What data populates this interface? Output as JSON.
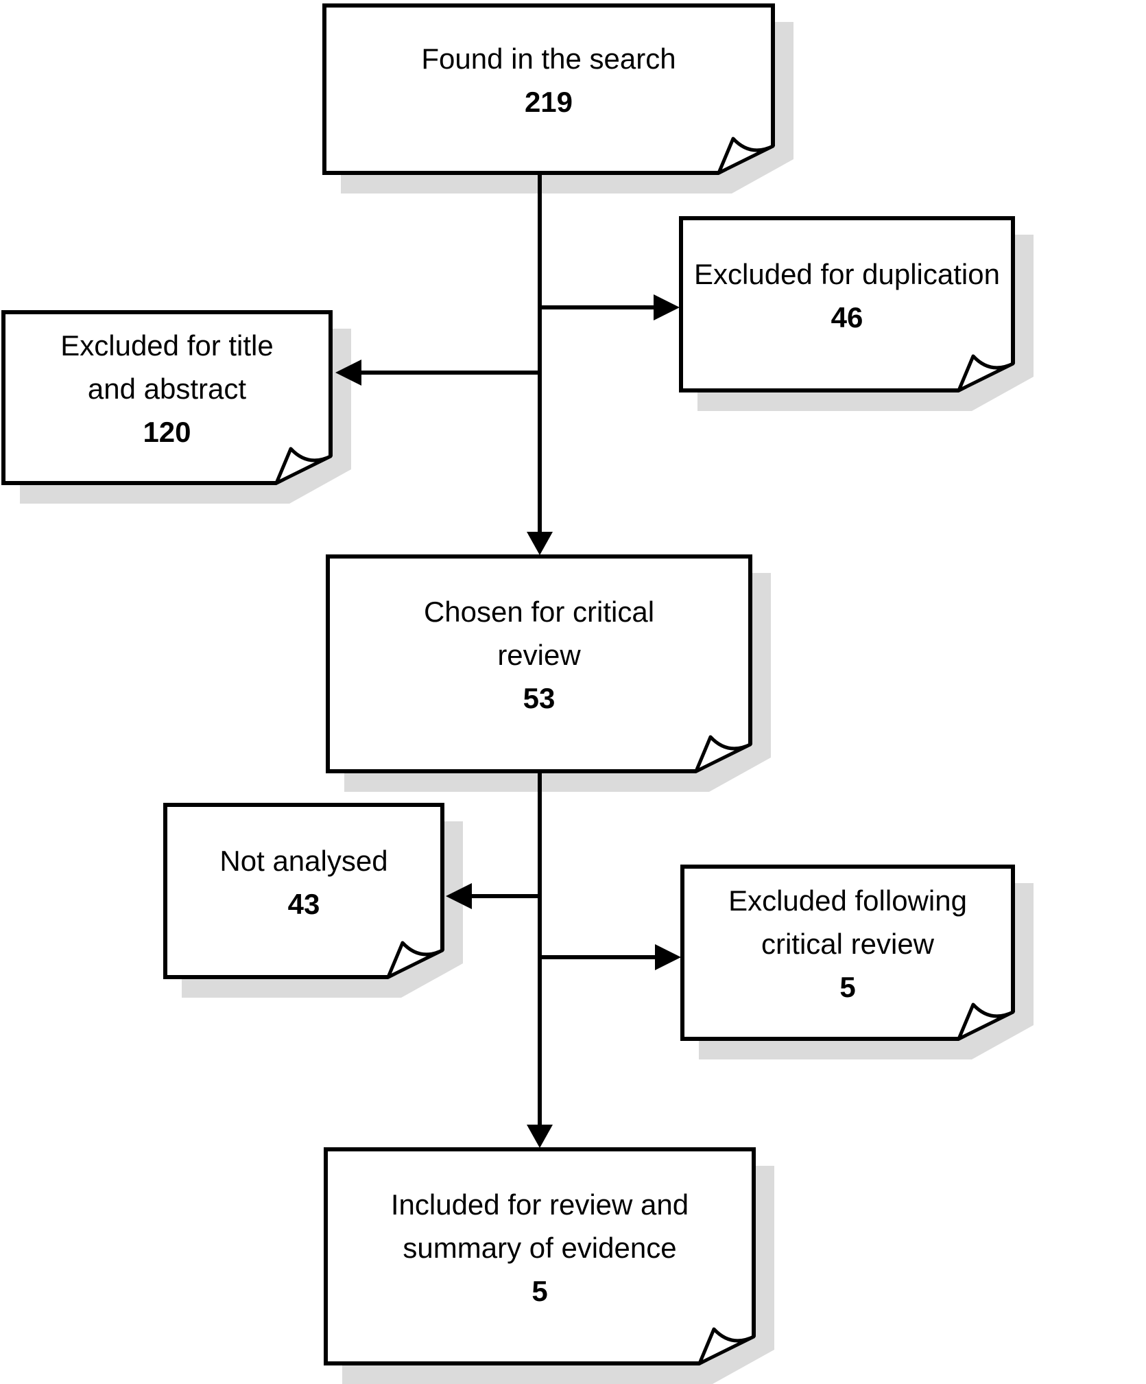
{
  "diagram": {
    "type": "flowchart",
    "colors": {
      "box_fill": "#ffffff",
      "box_border": "#000000",
      "arrow": "#000000",
      "shadow": "#dbdbdb",
      "text": "#000000"
    },
    "nodes": [
      {
        "id": "found-in-search",
        "lines": [
          "Found in the search"
        ],
        "count": "219"
      },
      {
        "id": "excluded-duplication",
        "lines": [
          "Excluded for duplication"
        ],
        "count": "46"
      },
      {
        "id": "excluded-title-abstract",
        "lines": [
          "Excluded for title",
          "and abstract"
        ],
        "count": "120"
      },
      {
        "id": "chosen-critical-review",
        "lines": [
          "Chosen for critical",
          "review"
        ],
        "count": "53"
      },
      {
        "id": "not-analysed",
        "lines": [
          "Not analysed"
        ],
        "count": "43"
      },
      {
        "id": "excluded-critical-review",
        "lines": [
          "Excluded following",
          "critical review"
        ],
        "count": "5"
      },
      {
        "id": "included-review-summary",
        "lines": [
          "Included for review and",
          "summary of evidence"
        ],
        "count": "5"
      }
    ],
    "edges": [
      {
        "from": "found-in-search",
        "to": "excluded-duplication"
      },
      {
        "from": "found-in-search",
        "to": "excluded-title-abstract"
      },
      {
        "from": "found-in-search",
        "to": "chosen-critical-review"
      },
      {
        "from": "chosen-critical-review",
        "to": "not-analysed"
      },
      {
        "from": "chosen-critical-review",
        "to": "excluded-critical-review"
      },
      {
        "from": "chosen-critical-review",
        "to": "included-review-summary"
      }
    ]
  }
}
